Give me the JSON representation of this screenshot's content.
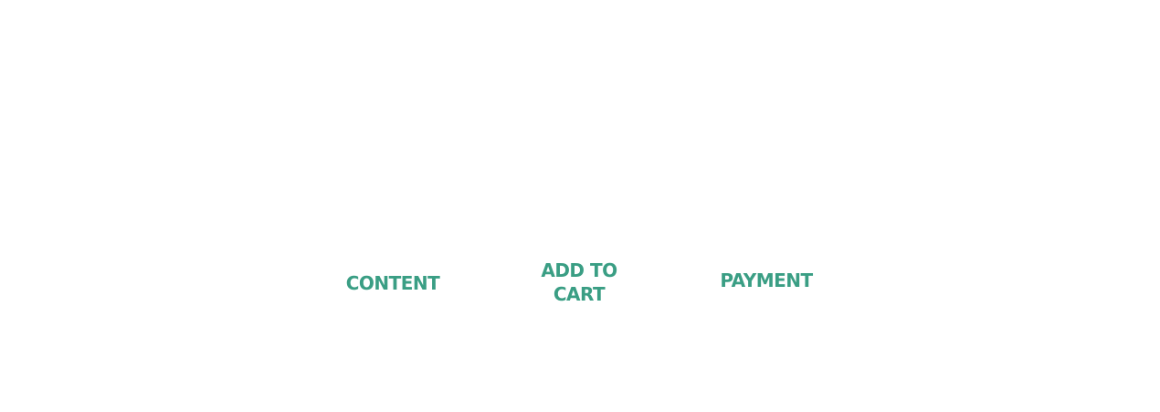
{
  "colors": {
    "accent": "#3a9e84",
    "background": "#ffffff"
  },
  "steps": [
    {
      "label": "CONTENT"
    },
    {
      "label": "ADD TO\nCART"
    },
    {
      "label": "PAYMENT"
    }
  ]
}
